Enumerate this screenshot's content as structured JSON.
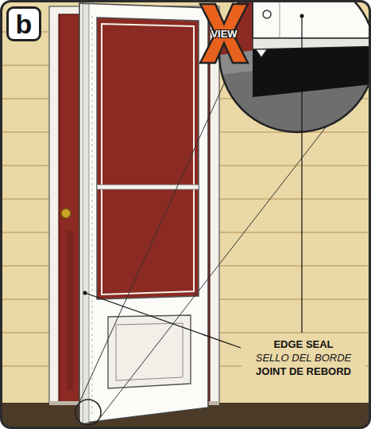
{
  "diagram": {
    "nodes": [
      {
        "text": [
          "b"
        ]
      },
      {
        "text": [
          "VIEW"
        ]
      }
    ],
    "labels": [
      "EDGE SEAL",
      "SELLO DEL BORDE",
      "JOINT DE REBORD"
    ]
  }
}
